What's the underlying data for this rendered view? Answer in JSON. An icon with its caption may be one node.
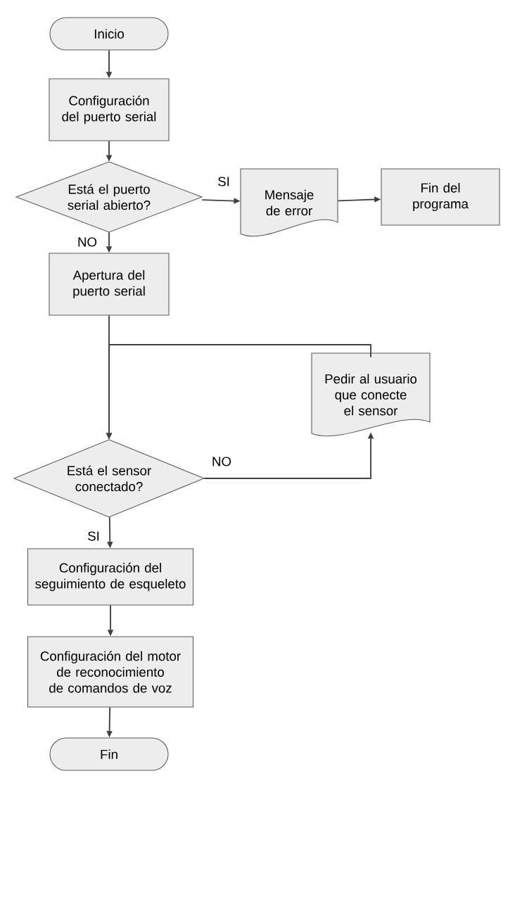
{
  "diagram": {
    "nodes": [
      {
        "text": [
          "Inicio"
        ]
      },
      {
        "text": [
          "Configuración del puerto serial"
        ]
      },
      {
        "text": [
          "Está el puerto serial abierto?"
        ]
      },
      {
        "text": [
          "Mensaje de error"
        ]
      },
      {
        "text": [
          "Fin del programa"
        ]
      },
      {
        "text": [
          "Apertura del puerto serial"
        ]
      },
      {
        "text": [
          "Pedir al usuario que conecte el sensor"
        ]
      },
      {
        "text": [
          "Está el sensor conectado?"
        ]
      },
      {
        "text": [
          "Configuración del seguimiento de esqueleto"
        ]
      },
      {
        "text": [
          "Configuración del motor de reconocimiento de comandos de voz"
        ]
      },
      {
        "text": [
          "Fin"
        ]
      }
    ],
    "edges": [
      {
        "from": 0,
        "to": 1,
        "arrow": "to"
      },
      {
        "from": 1,
        "to": 2,
        "arrow": "to"
      },
      {
        "from": 2,
        "to": 3,
        "arrow": "to",
        "label": "SI"
      },
      {
        "from": 3,
        "to": 4,
        "arrow": "to"
      },
      {
        "from": 2,
        "to": 5,
        "arrow": "to",
        "label": "NO"
      },
      {
        "from": 5,
        "to": 7,
        "arrow": "to"
      },
      {
        "from": 7,
        "to": 6,
        "arrow": "to",
        "label": "NO"
      },
      {
        "from": 6,
        "to": 7,
        "arrow": "to"
      },
      {
        "from": 7,
        "to": 8,
        "arrow": "to",
        "label": "SI"
      },
      {
        "from": 8,
        "to": 9,
        "arrow": "to"
      },
      {
        "from": 9,
        "to": 10,
        "arrow": "to"
      }
    ]
  }
}
